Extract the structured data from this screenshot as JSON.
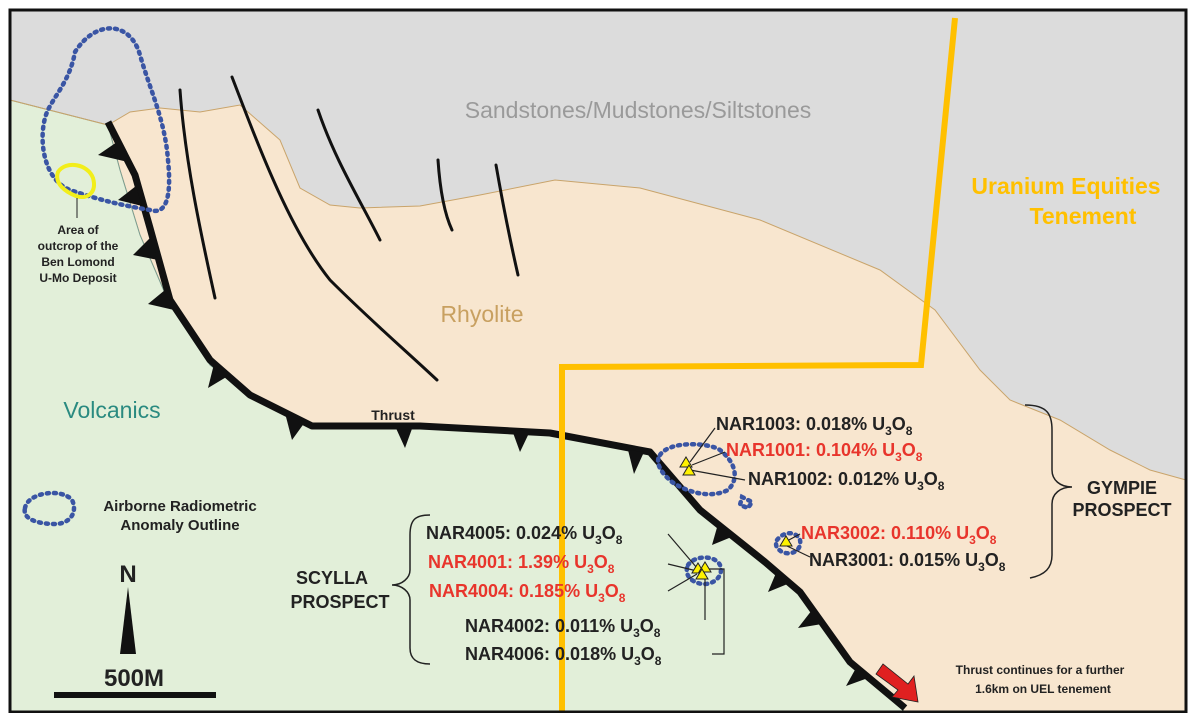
{
  "units": {
    "sandstone": "Sandstones/Mudstones/Siltstones",
    "rhyolite": "Rhyolite",
    "volcanics": "Volcanics"
  },
  "tenement": {
    "line1": "Uranium Equities",
    "line2": "Tenement"
  },
  "ben_lomond": {
    "line1": "Area of",
    "line2": "outcrop of the",
    "line3": "Ben Lomond",
    "line4": "U-Mo Deposit"
  },
  "thrust_label": "Thrust",
  "thrust_note": {
    "line1": "Thrust continues for a further",
    "line2": "1.6km on UEL tenement"
  },
  "legend": {
    "line1": "Airborne Radiometric",
    "line2": "Anomaly Outline"
  },
  "north": "N",
  "scale": "500M",
  "gympie": {
    "line1": "GYMPIE",
    "line2": "PROSPECT"
  },
  "scylla": {
    "line1": "SCYLLA",
    "line2": "PROSPECT"
  },
  "assay_unit": {
    "u": "U",
    "sub1": "3",
    "o": "O",
    "sub2": "8"
  },
  "drillholes": [
    {
      "id": "NAR1003",
      "grade": "0.018%",
      "prospect": "Gympie",
      "highlight": false
    },
    {
      "id": "NAR1001",
      "grade": "0.104%",
      "prospect": "Gympie",
      "highlight": true
    },
    {
      "id": "NAR1002",
      "grade": "0.012%",
      "prospect": "Gympie",
      "highlight": false
    },
    {
      "id": "NAR3002",
      "grade": "0.110%",
      "prospect": "Gympie",
      "highlight": true
    },
    {
      "id": "NAR3001",
      "grade": "0.015%",
      "prospect": "Gympie",
      "highlight": false
    },
    {
      "id": "NAR4005",
      "grade": "0.024%",
      "prospect": "Scylla",
      "highlight": false
    },
    {
      "id": "NAR4001",
      "grade": "1.39%",
      "prospect": "Scylla",
      "highlight": true
    },
    {
      "id": "NAR4004",
      "grade": "0.185%",
      "prospect": "Scylla",
      "highlight": true
    },
    {
      "id": "NAR4002",
      "grade": "0.011%",
      "prospect": "Scylla",
      "highlight": false
    },
    {
      "id": "NAR4006",
      "grade": "0.018%",
      "prospect": "Scylla",
      "highlight": false
    }
  ],
  "colors": {
    "sandstone": "#dcdcdc",
    "rhyolite": "#f8e6cf",
    "volcanics": "#e2efd9",
    "tenement_line": "#ffc000",
    "anomaly_outline": "#3a55a4",
    "highlight_text": "#e8352c",
    "normal_text": "#222222",
    "rhyolite_label": "#c8a060",
    "volcanics_label": "#2a8a80",
    "sandstone_label": "#9a9a9a",
    "thrust_arrow": "#e02020"
  }
}
